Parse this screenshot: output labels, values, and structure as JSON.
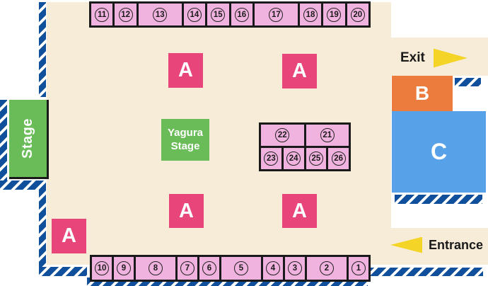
{
  "map": {
    "stage_label": "Stage",
    "yagura_line1": "Yagura",
    "yagura_line2": "Stage",
    "exit_label": "Exit",
    "entrance_label": "Entrance"
  },
  "zones": {
    "a": "A",
    "b": "B",
    "c": "C"
  },
  "booths": {
    "top": [
      "11",
      "12",
      "13",
      "14",
      "15",
      "16",
      "17",
      "18",
      "19",
      "20"
    ],
    "bottom": [
      "10",
      "9",
      "8",
      "7",
      "6",
      "5",
      "4",
      "3",
      "2",
      "1"
    ],
    "cluster_top": [
      "22",
      "21"
    ],
    "cluster_bottom": [
      "23",
      "24",
      "25",
      "26"
    ]
  },
  "colors": {
    "floor_cream": "#f7ecd8",
    "wall_navy": "#0f4f9b",
    "booth_pink": "#f0b2de",
    "zone_a_pink": "#e8457b",
    "zone_b_orange": "#ec7c3e",
    "zone_c_blue": "#57a1e9",
    "stage_green": "#69bc57",
    "arrow_yellow": "#f4d426",
    "outline_black": "#1a1a1a",
    "opening_white": "#ffffff"
  }
}
